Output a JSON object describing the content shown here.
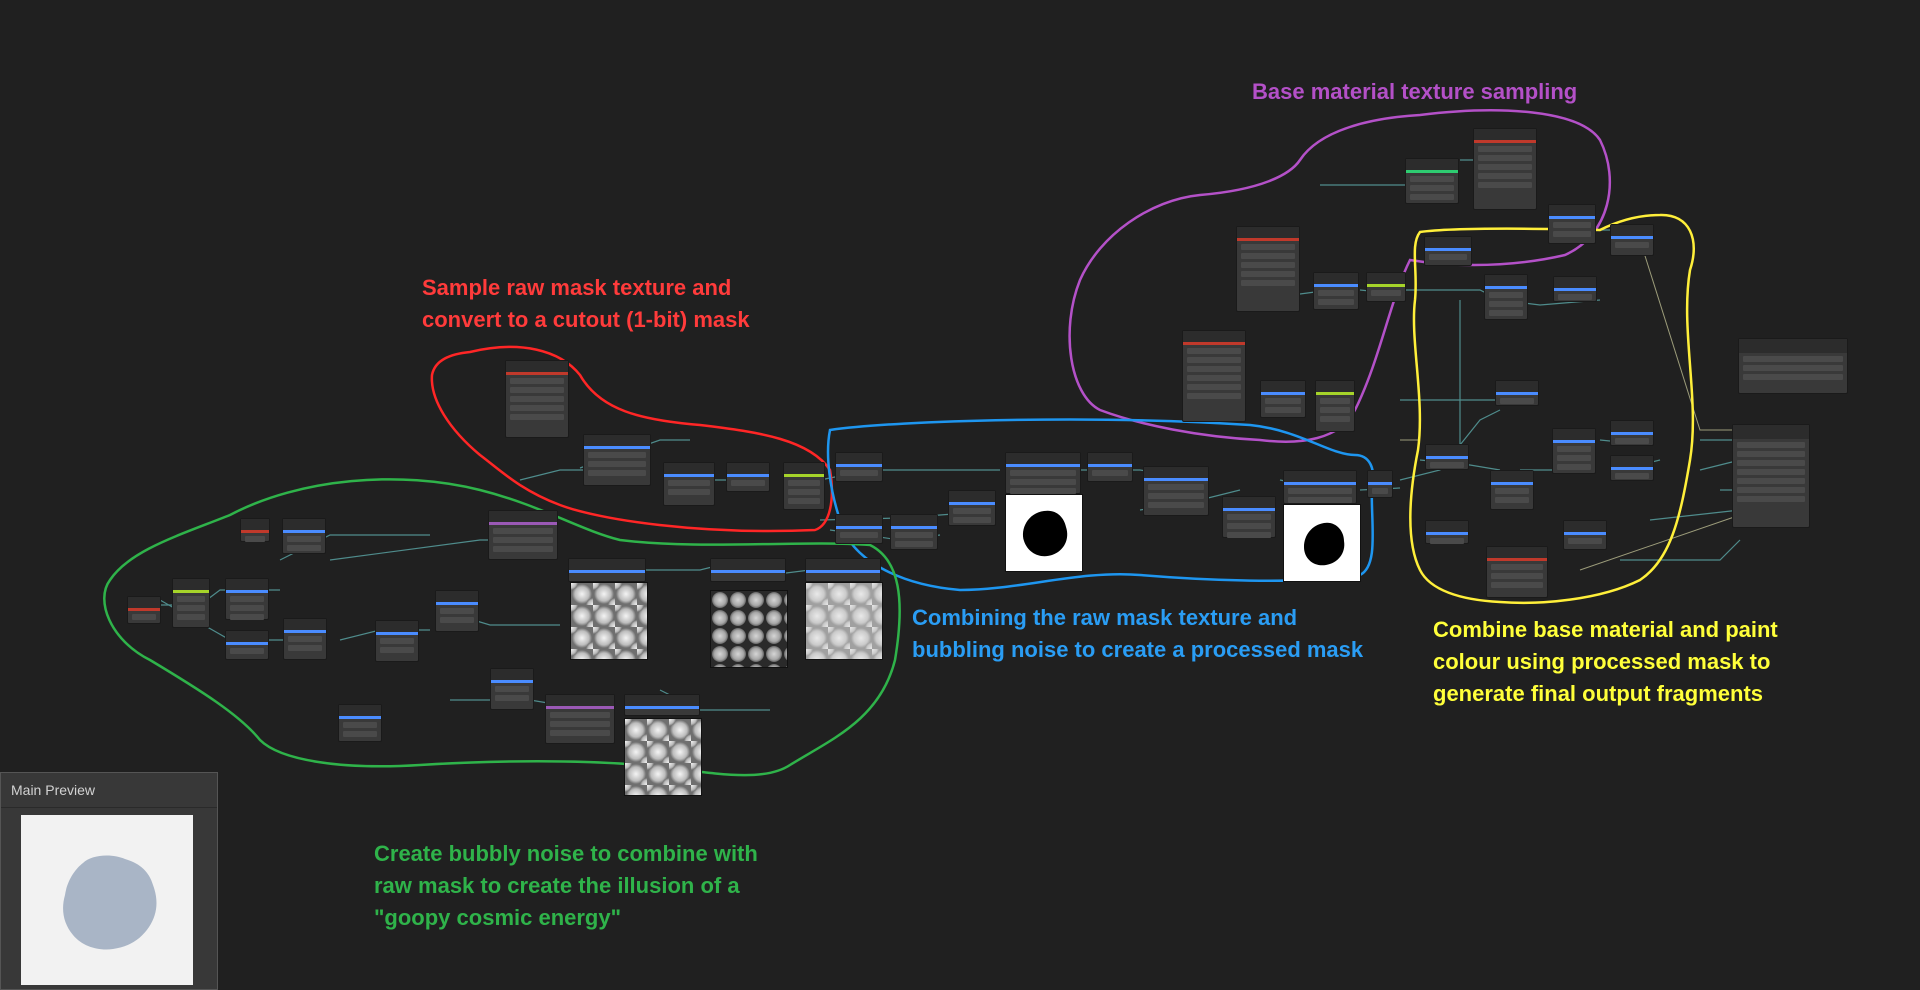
{
  "annotations": {
    "red": {
      "text": "Sample raw mask texture and\nconvert to a cutout (1-bit) mask",
      "color": "#ff3b3b"
    },
    "purple": {
      "text": "Base material texture sampling",
      "color": "#b450c8"
    },
    "blue": {
      "text": "Combining the raw mask texture and\nbubbling noise to create a processed mask",
      "color": "#2a9df4"
    },
    "yellow": {
      "text": "Combine base material and paint\ncolour using processed mask to\ngenerate final output fragments",
      "color": "#ffff3a"
    },
    "green": {
      "text": "Create bubbly noise to combine with\nraw mask to create the illusion of a\n\"goopy cosmic energy\"",
      "color": "#2fb34a"
    }
  },
  "main_preview": {
    "title": "Main Preview",
    "shape_color": "#a9b5c6"
  },
  "graph_colors": {
    "background": "#202020",
    "node": "#393939",
    "edge": "#4a8a8a",
    "float_port": "#4a8cff",
    "texture_port": "#c0392b",
    "vector_port": "#9b59b6"
  }
}
